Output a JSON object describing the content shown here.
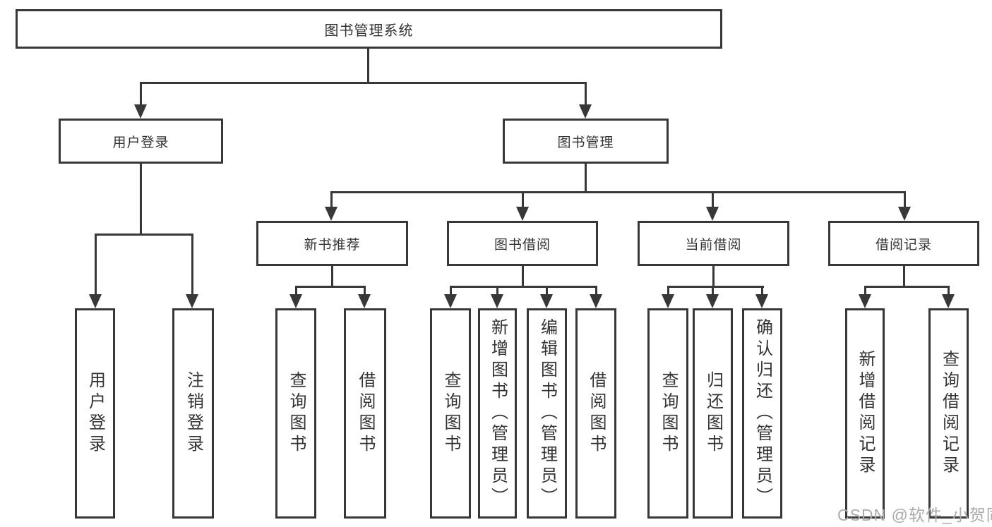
{
  "diagram": {
    "root": "图书管理系统",
    "login": {
      "label": "用户登录",
      "children": {
        "login": "用户登录",
        "logout": "注销登录"
      }
    },
    "management": {
      "label": "图书管理",
      "sections": {
        "recommend": {
          "label": "新书推荐",
          "children": {
            "query": "查询图书",
            "borrow": "借阅图书"
          }
        },
        "borrow": {
          "label": "图书借阅",
          "children": {
            "query": "查询图书",
            "add": "新增图书（管理员）",
            "edit": "编辑图书（管理员）",
            "borrow": "借阅图书"
          }
        },
        "current": {
          "label": "当前借阅",
          "children": {
            "query": "查询图书",
            "return": "归还图书",
            "confirm": "确认归还（管理员）"
          }
        },
        "records": {
          "label": "借阅记录",
          "children": {
            "add": "新增借阅记录",
            "query": "查询借阅记录"
          }
        }
      }
    }
  },
  "watermark": "CSDN @软件_小贺同学",
  "colors": {
    "line": "#383838",
    "text": "#333333",
    "watermark": "#ababab",
    "background": "#ffffff"
  }
}
